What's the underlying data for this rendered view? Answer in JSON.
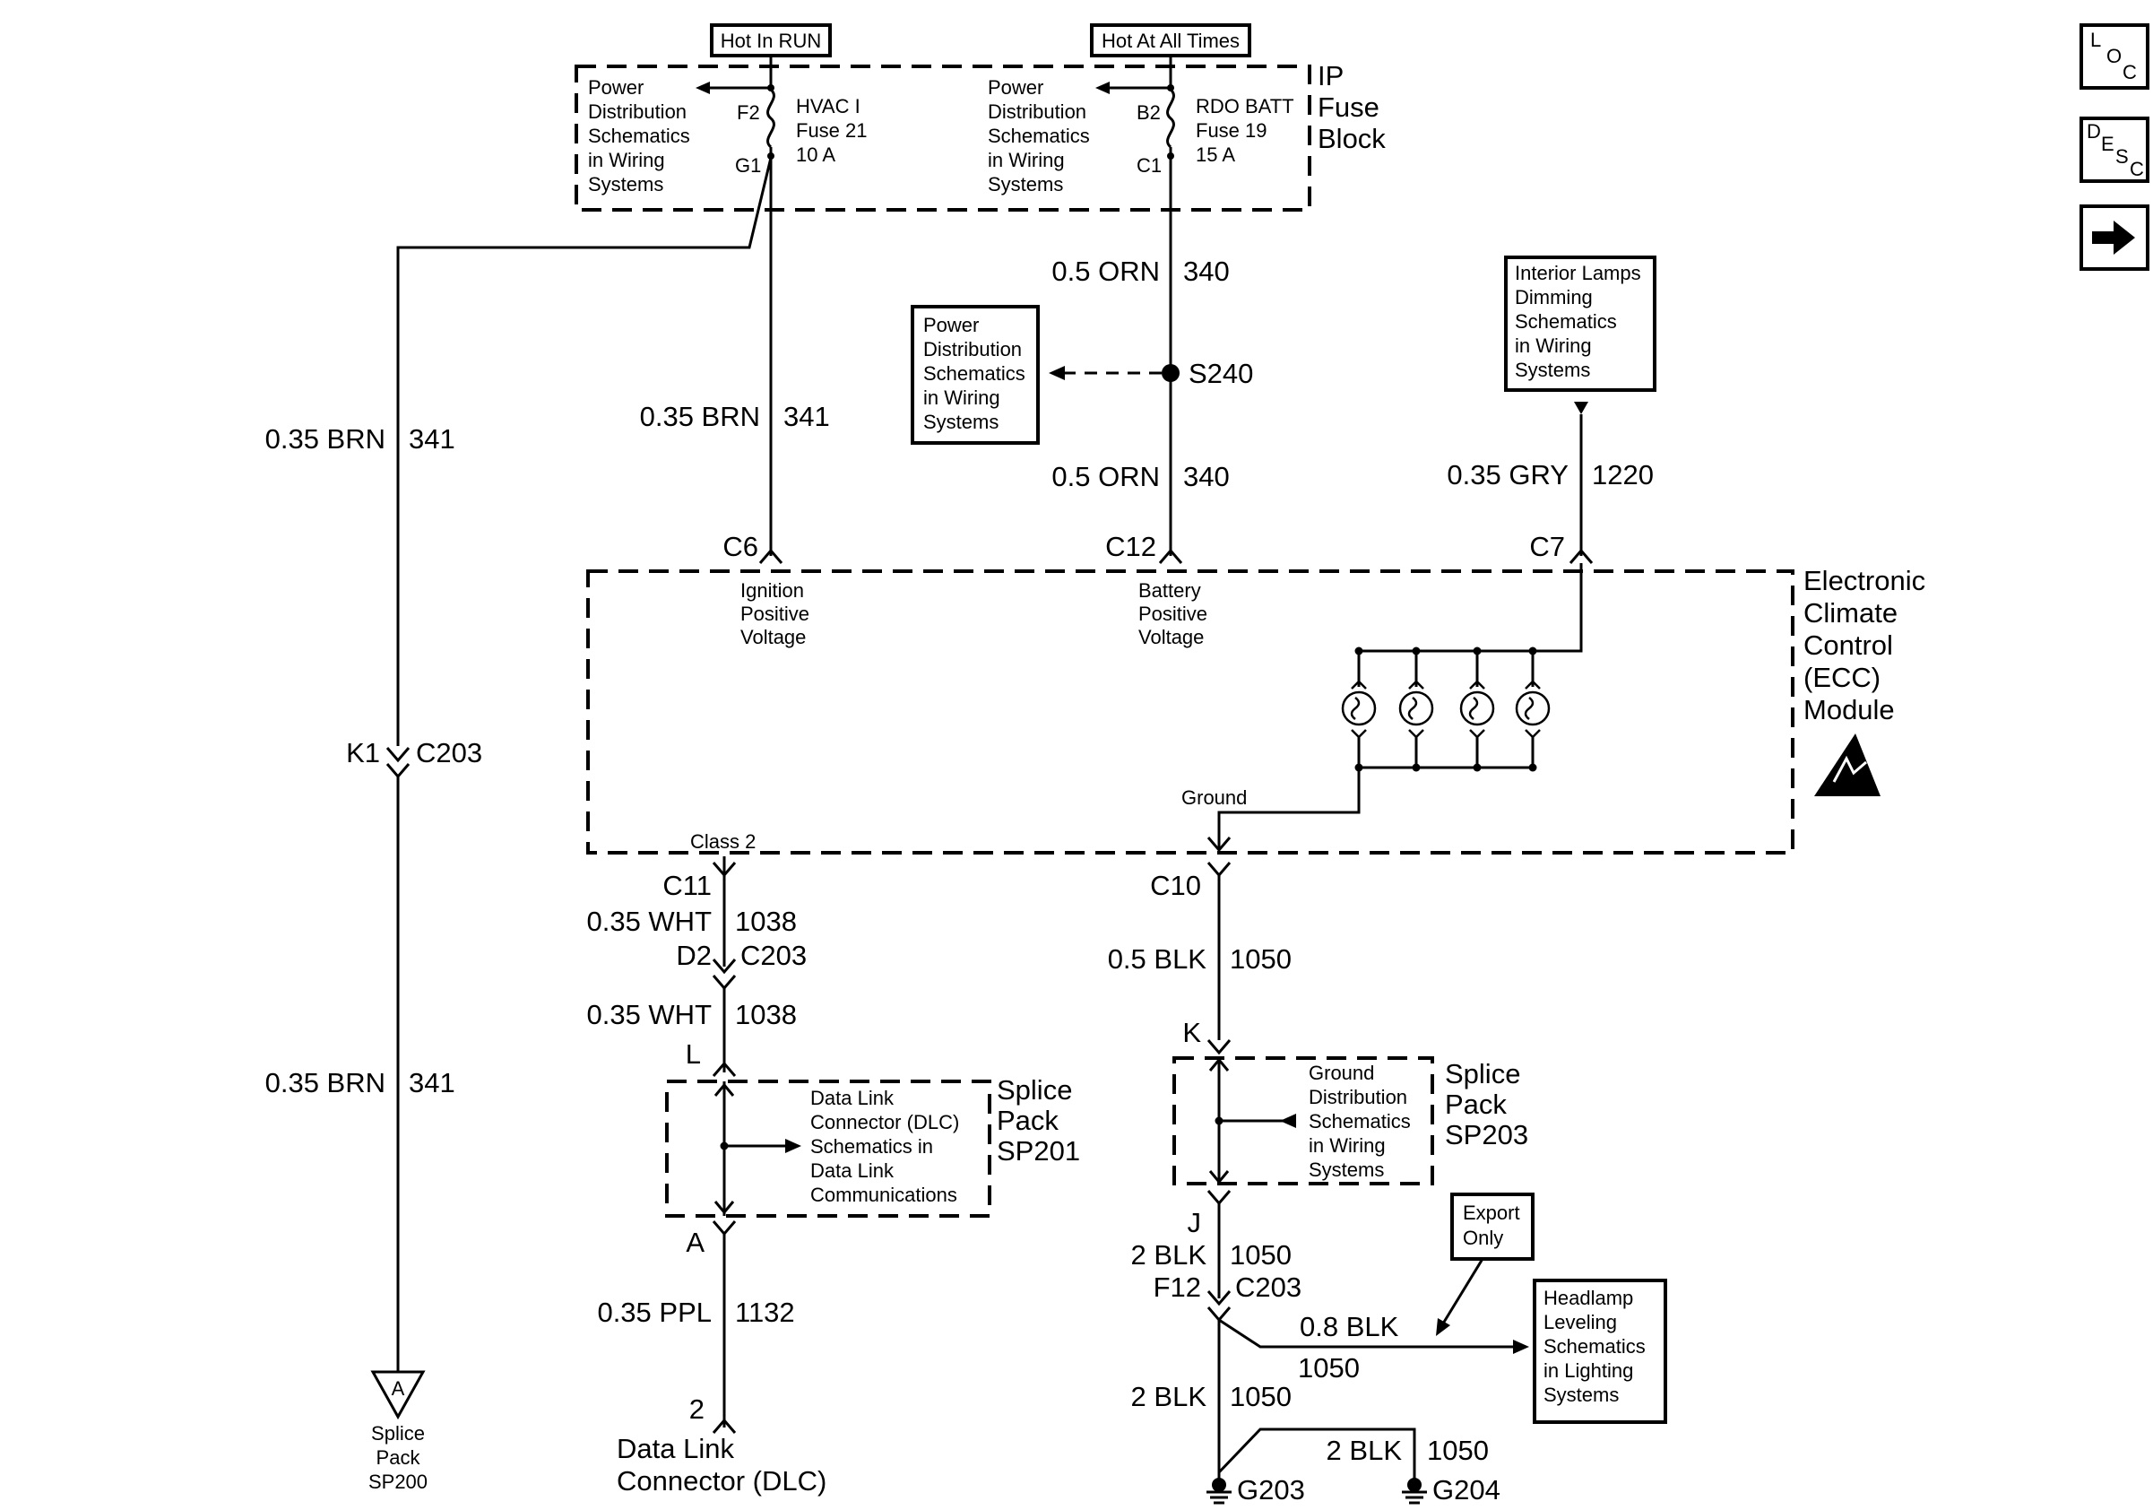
{
  "top_labels": {
    "hot_in_run": "Hot In RUN",
    "hot_at_all_times": "Hot At All Times"
  },
  "fuse_block": {
    "title": [
      "IP",
      "Fuse",
      "Block"
    ],
    "power_dist_left": [
      "Power",
      "Distribution",
      "Schematics",
      "in Wiring",
      "Systems"
    ],
    "power_dist_right": [
      "Power",
      "Distribution",
      "Schematics",
      "in Wiring",
      "Systems"
    ],
    "hvac_fuse": [
      "HVAC I",
      "Fuse 21",
      "10 A"
    ],
    "rdo_fuse": [
      "RDO BATT",
      "Fuse 19",
      "15 A"
    ],
    "pins": {
      "f2": "F2",
      "g1": "G1",
      "b2": "B2",
      "c1": "C1"
    }
  },
  "nav_buttons": {
    "loc": [
      "L",
      "O",
      "C"
    ],
    "desc": [
      "D",
      "E",
      "S",
      "C"
    ],
    "next": "next-arrow-icon"
  },
  "wires": {
    "brn_left_top": [
      "0.35 BRN",
      "341"
    ],
    "brn_left_bottom": [
      "0.35 BRN",
      "341"
    ],
    "brn_c6": [
      "0.35 BRN",
      "341"
    ],
    "orn_top": [
      "0.5 ORN",
      "340"
    ],
    "orn_bottom": [
      "0.5 ORN",
      "340"
    ],
    "gry": [
      "0.35 GRY",
      "1220"
    ],
    "wht_top": [
      "0.35 WHT",
      "1038"
    ],
    "wht_bottom": [
      "0.35 WHT",
      "1038"
    ],
    "ppl": [
      "0.35 PPL",
      "1132"
    ],
    "blk_c10": [
      "0.5 BLK",
      "1050"
    ],
    "blk_j": [
      "2 BLK",
      "1050"
    ],
    "blk_08": [
      "0.8 BLK",
      "1050"
    ],
    "blk_g203": [
      "2 BLK",
      "1050"
    ],
    "blk_g204": [
      "2 BLK",
      "1050"
    ]
  },
  "connectors": {
    "k1": "K1",
    "c203_k1": "C203",
    "c6": "C6",
    "c12": "C12",
    "c7": "C7",
    "c11": "C11",
    "d2": "D2",
    "c203_d2": "C203",
    "c10": "C10",
    "k": "K",
    "j": "J",
    "f12": "F12",
    "c203_f12": "C203",
    "l": "L",
    "a": "A",
    "pin2": "2",
    "s240": "S240",
    "g203": "G203",
    "g204": "G204"
  },
  "power_dist_s240": [
    "Power",
    "Distribution",
    "Schematics",
    "in Wiring",
    "Systems"
  ],
  "interior_lamps": [
    "Interior Lamps",
    "Dimming",
    "Schematics",
    "in Wiring",
    "Systems"
  ],
  "ecc_module": {
    "title": [
      "Electronic",
      "Climate",
      "Control",
      "(ECC)",
      "Module"
    ],
    "ignition": [
      "Ignition",
      "Positive",
      "Voltage"
    ],
    "battery": [
      "Battery",
      "Positive",
      "Voltage"
    ],
    "ground": "Ground",
    "class2": "Class 2"
  },
  "sp201": {
    "title": [
      "Splice",
      "Pack",
      "SP201"
    ],
    "dlc_text": [
      "Data Link",
      "Connector (DLC)",
      "Schematics in",
      "Data Link",
      "Communications"
    ]
  },
  "sp203": {
    "title": [
      "Splice",
      "Pack",
      "SP203"
    ],
    "gnd_text": [
      "Ground",
      "Distribution",
      "Schematics",
      "in Wiring",
      "Systems"
    ]
  },
  "sp200": {
    "symbol": "A",
    "label": [
      "Splice",
      "Pack",
      "SP200"
    ]
  },
  "dlc": [
    "Data Link",
    "Connector (DLC)"
  ],
  "export_only": [
    "Export",
    "Only"
  ],
  "headlamp": [
    "Headlamp",
    "Leveling",
    "Schematics",
    "in Lighting",
    "Systems"
  ]
}
